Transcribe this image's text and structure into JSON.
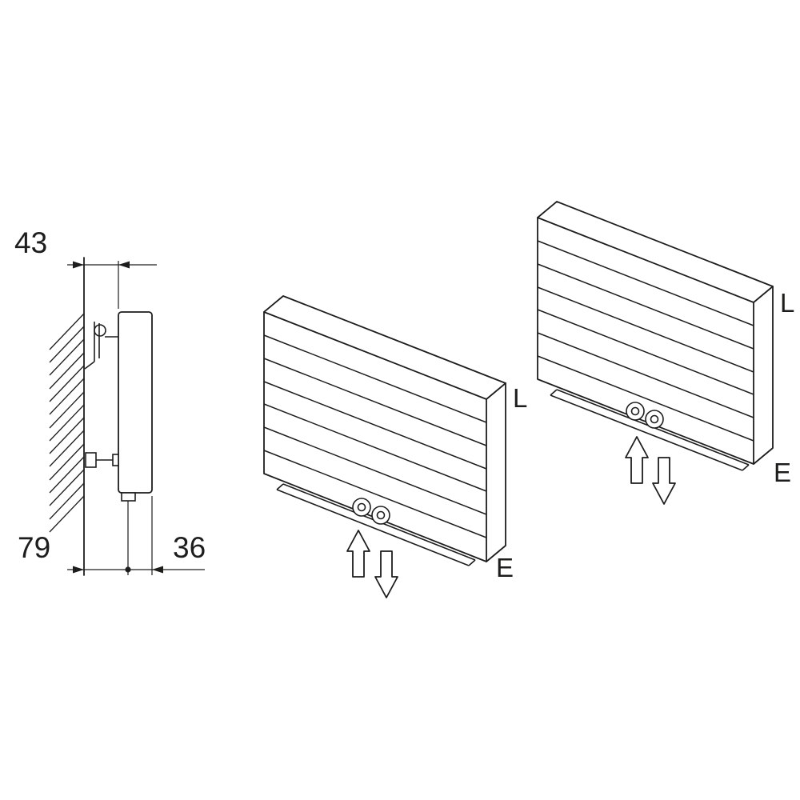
{
  "colors": {
    "line": "#1d1d1b",
    "background": "#ffffff"
  },
  "side_view": {
    "dim_top": "43",
    "dim_bottom_left": "79",
    "dim_bottom_right": "36"
  },
  "unit_low": {
    "label_l": "L",
    "label_e": "E"
  },
  "unit_high": {
    "label_l": "L",
    "label_e": "E"
  }
}
